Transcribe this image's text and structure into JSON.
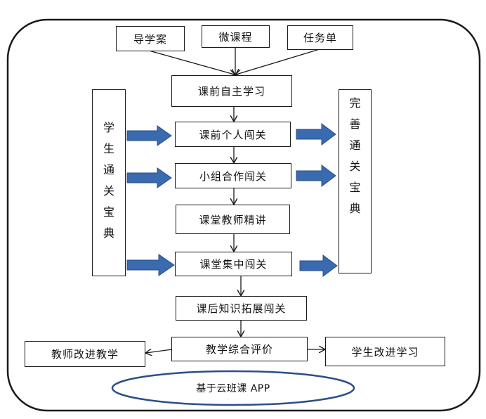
{
  "top_inputs": [
    "导学案",
    "微课程",
    "任务单"
  ],
  "flow_steps": [
    "课前自主学习",
    "课前个人闯关",
    "小组合作闯关",
    "课堂教师精讲",
    "课堂集中闯关",
    "课后知识拓展闯关"
  ],
  "evaluation": "教学综合评价",
  "left_output": "教师改进教学",
  "right_output": "学生改进学习",
  "left_column": [
    "学",
    "生",
    "通",
    "关",
    "宝",
    "典"
  ],
  "right_column": [
    "完",
    "善",
    "通",
    "关",
    "宝",
    "典"
  ],
  "platform": "基于云班课 APP",
  "colors": {
    "arrow_fill": "#3a6ab0",
    "arrow_stroke": "#2b4f86",
    "line": "#1a1a1a"
  }
}
